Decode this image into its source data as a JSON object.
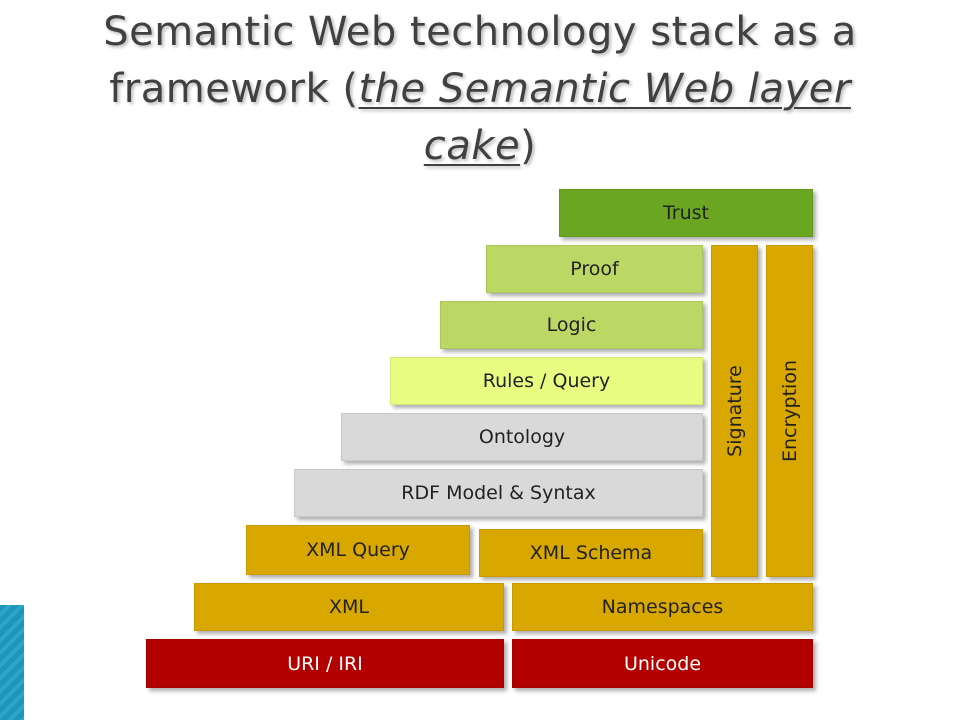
{
  "title": {
    "line1": "Semantic Web technology stack as a",
    "line2_prefix": "framework (",
    "line2_italic": "the Semantic Web layer",
    "line3_italic": "cake",
    "line3_suffix": ")"
  },
  "colors": {
    "trust": "#6aa622",
    "logic_proof": "#bbd764",
    "rules": "#e9fc82",
    "rdf_ontology": "#d9d9d9",
    "xml": "#d9a800",
    "unicode_uri": "#b20000"
  },
  "layers": {
    "trust": "Trust",
    "proof": "Proof",
    "logic": "Logic",
    "rules_query": "Rules / Query",
    "ontology": "Ontology",
    "rdf": "RDF Model & Syntax",
    "xml_query": "XML Query",
    "xml_schema": "XML Schema",
    "xml": "XML",
    "namespaces": "Namespaces",
    "uri_iri": "URI / IRI",
    "unicode": "Unicode",
    "signature": "Signature",
    "encryption": "Encryption"
  }
}
